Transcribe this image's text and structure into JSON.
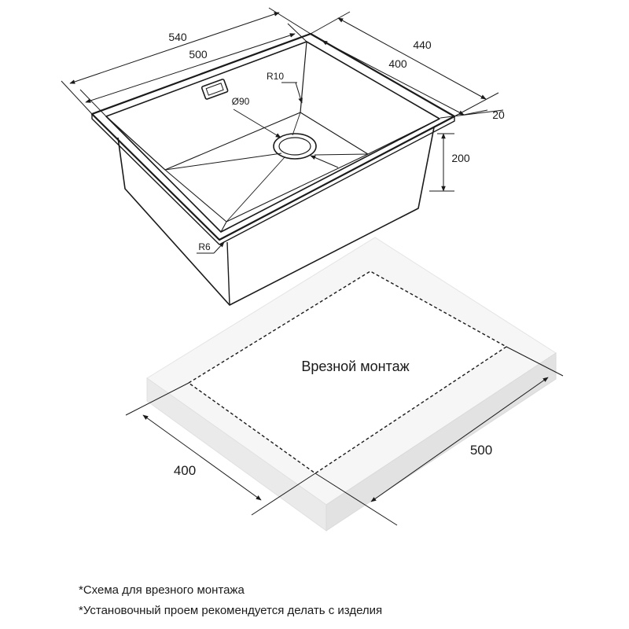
{
  "sink": {
    "dims": {
      "outer_width": "540",
      "inner_width": "500",
      "outer_depth": "440",
      "inner_depth": "400",
      "flange": "20",
      "height": "200",
      "corner_radius_inner": "R10",
      "drain_diameter": "Ø90",
      "corner_radius_outer": "R6"
    }
  },
  "cutout": {
    "title": "Врезной монтаж",
    "width": "500",
    "depth": "400"
  },
  "notes": [
    "*Схема для врезного монтажа",
    "*Установочный проем рекомендуется делать с изделия"
  ]
}
